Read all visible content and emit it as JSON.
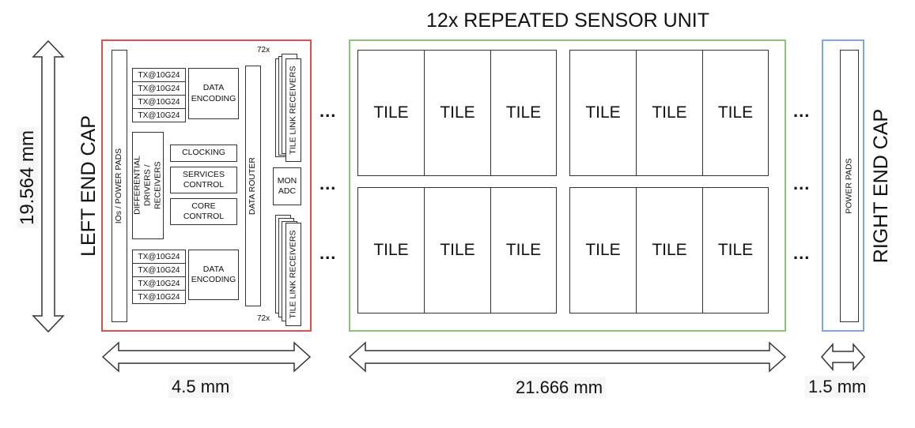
{
  "title": "12x REPEATED SENSOR UNIT",
  "height_label": "19.564 mm",
  "left_cap": {
    "label": "LEFT END CAP",
    "width_label": "4.5 mm",
    "io_pads": "IOs / POWER PADS",
    "tx_top": [
      "TX@10G24",
      "TX@10G24",
      "TX@10G24",
      "TX@10G24"
    ],
    "tx_bottom": [
      "TX@10G24",
      "TX@10G24",
      "TX@10G24",
      "TX@10G24"
    ],
    "data_encoding_top": "DATA ENCODING",
    "data_encoding_bottom": "DATA ENCODING",
    "diff_drivers": "DIFFERENTIAL DRIVERS / RECEIVERS",
    "clocking": "CLOCKING",
    "services_control": "SERVICES CONTROL",
    "core_control": "CORE CONTROL",
    "data_router": "DATA ROUTER",
    "mon_adc": "MON ADC",
    "tile_link_top": "TILE LINK RECEIVERS",
    "tile_link_bottom": "TILE LINK RECEIVERS",
    "count_top": "72x",
    "count_bottom": "72x"
  },
  "sensor_unit": {
    "width_label": "21.666 mm",
    "tile_label": "TILE",
    "tiles": [
      "TILE",
      "TILE",
      "TILE",
      "TILE",
      "TILE",
      "TILE",
      "TILE",
      "TILE",
      "TILE",
      "TILE",
      "TILE",
      "TILE"
    ]
  },
  "right_cap": {
    "label": "RIGHT END CAP",
    "width_label": "1.5 mm",
    "power_pads": "POWER PADS"
  },
  "ellipsis": "...",
  "colors": {
    "left_cap_border": "#d9534f",
    "sensor_border": "#8cc27a",
    "right_cap_border": "#7ea7dd"
  }
}
